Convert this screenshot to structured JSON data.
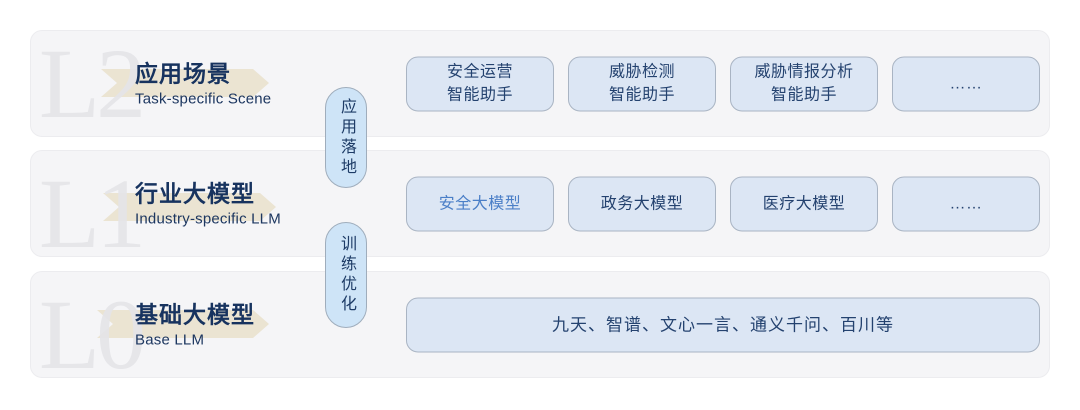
{
  "diagram": {
    "layers": [
      {
        "level": "L2",
        "title": "应用场景",
        "subtitle": "Task-specific Scene",
        "boxes": [
          {
            "lines": [
              "安全运营",
              "智能助手"
            ]
          },
          {
            "lines": [
              "威胁检测",
              "智能助手"
            ]
          },
          {
            "lines": [
              "威胁情报分析",
              "智能助手"
            ]
          },
          {
            "lines": [
              "……"
            ]
          }
        ]
      },
      {
        "level": "L1",
        "title": "行业大模型",
        "subtitle": "Industry-specific LLM",
        "boxes": [
          {
            "lines": [
              "安全大模型"
            ],
            "highlighted": true
          },
          {
            "lines": [
              "政务大模型"
            ]
          },
          {
            "lines": [
              "医疗大模型"
            ]
          },
          {
            "lines": [
              "……"
            ]
          }
        ]
      },
      {
        "level": "L0",
        "title": "基础大模型",
        "subtitle": "Base LLM",
        "boxes": [
          {
            "lines": [
              "九天、智谱、文心一言、通义千问、百川等"
            ]
          }
        ]
      }
    ],
    "connectors": [
      {
        "label": "应用落地"
      },
      {
        "label": "训练优化"
      }
    ],
    "colors": {
      "panel_bg": "#f5f5f7",
      "box_bg": "#dce6f4",
      "box_border": "#a9b4c3",
      "box_text": "#24426f",
      "highlight_text": "#4b7fc7",
      "pill_bg": "#cee4f7",
      "pill_border": "#9fadbc",
      "title_text": "#17335f",
      "watermark": "#e4e4e8",
      "banner_arrow": "#e9e1cb"
    }
  }
}
